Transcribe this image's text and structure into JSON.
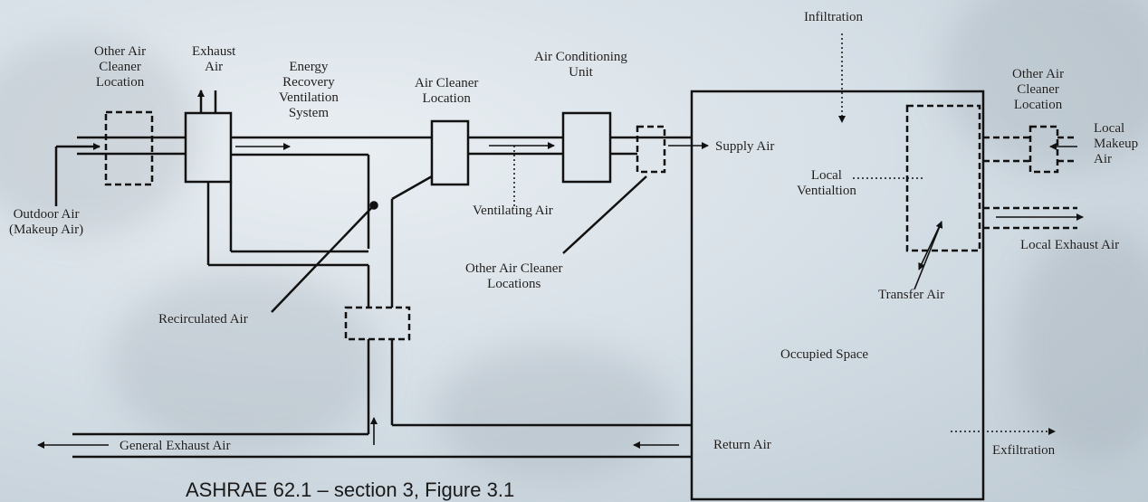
{
  "labels": {
    "other_air_cleaner_left": "Other Air\nCleaner\nLocation",
    "exhaust_air": "Exhaust\nAir",
    "energy_recovery": "Energy\nRecovery\nVentilation\nSystem",
    "air_cleaner_location": "Air Cleaner\nLocation",
    "air_conditioning_unit": "Air Conditioning\nUnit",
    "infiltration": "Infiltration",
    "other_air_cleaner_right": "Other Air\nCleaner\nLocation",
    "local_makeup_air": "Local\nMakeup\nAir",
    "outdoor_air": "Outdoor Air\n(Makeup Air)",
    "supply_air": "Supply Air",
    "local_ventilation": "Local\nVentialtion",
    "ventilating_air": "Ventilating  Air",
    "local_exhaust_air": "Local Exhaust Air",
    "other_air_cleaner_locations": "Other Air Cleaner\nLocations",
    "transfer_air": "Transfer Air",
    "recirculated_air": "Recirculated Air",
    "occupied_space": "Occupied Space",
    "general_exhaust_air": "General Exhaust Air",
    "return_air": "Return Air",
    "exfiltration": "Exfiltration"
  },
  "caption": "ASHRAE 62.1 – section 3, Figure 3.1"
}
